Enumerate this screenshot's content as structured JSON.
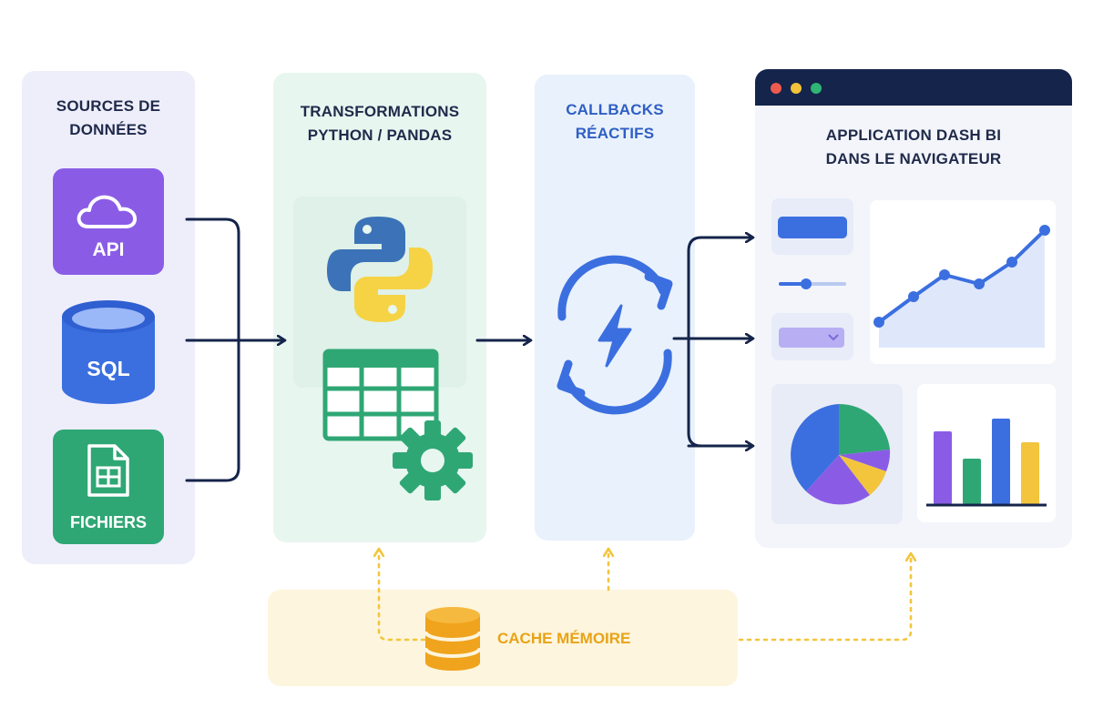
{
  "sources": {
    "title": [
      "SOURCES DE",
      "DONNÉES"
    ],
    "api_label": "API",
    "sql_label": "SQL",
    "files_label": "FICHIERS"
  },
  "transform": {
    "title": [
      "TRANSFORMATIONS",
      "PYTHON / PANDAS"
    ]
  },
  "callbacks": {
    "title": [
      "CALLBACKS",
      "RÉACTIFS"
    ]
  },
  "app": {
    "title": [
      "APPLICATION DASH BI",
      "DANS LE NAVIGATEUR"
    ]
  },
  "cache": {
    "label": "CACHE MÉMOIRE"
  },
  "icons": [
    "cloud-icon",
    "database-icon",
    "spreadsheet-file-icon",
    "python-logo-icon",
    "table-icon",
    "gear-icon",
    "refresh-lightning-icon",
    "database-icon"
  ],
  "colors": {
    "navy": "#15244a",
    "purple": "#8a5ce6",
    "blue": "#3b6fe0",
    "green": "#2fa775",
    "yellow": "#f2c53d",
    "orange": "#f0a31c"
  }
}
